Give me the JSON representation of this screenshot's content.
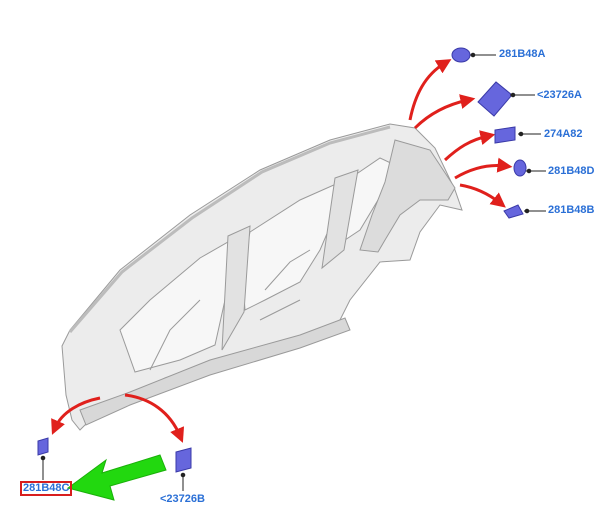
{
  "colors": {
    "callout_text": "#2a6fd6",
    "arrow": "#e0201c",
    "pointer_arrow": "#22d80f",
    "patch_fill": "#6666dd",
    "patch_stroke": "#3a3aa8",
    "selected_border": "#d81e1e",
    "body_fill": "#ececec",
    "body_stroke": "#9a9a9a"
  },
  "callouts": {
    "c281b48a": "281B48A",
    "c23726a": "<23726A",
    "c274a82": "274A82",
    "c281b48d": "281B48D",
    "c281b48b": "281B48B",
    "c281b48c": "281B48C",
    "c23726b": "<23726B"
  },
  "selected_callout": "281B48C",
  "icons": {
    "patch": "sound-deadener-patch-icon",
    "arrow": "curved-red-arrow-icon",
    "pointer": "green-pointer-arrow-icon"
  }
}
